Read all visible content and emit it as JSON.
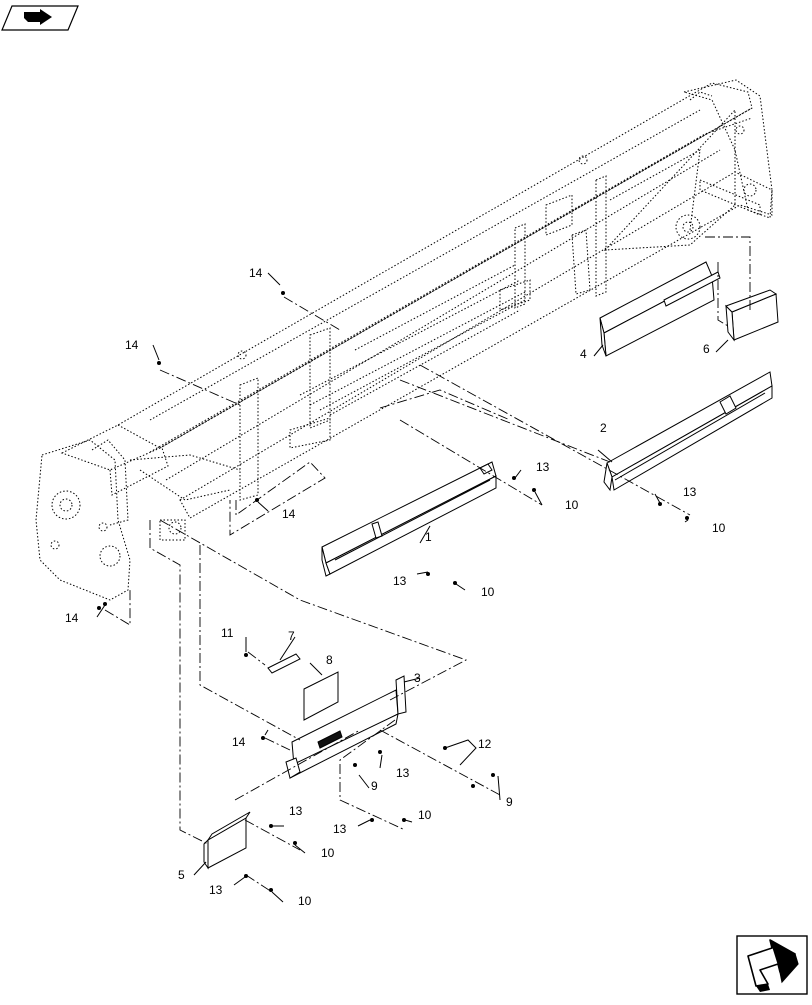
{
  "corner_icon_top": "forward-arrow-icon",
  "corner_icon_bottom": "next-page-arrow-icon",
  "callouts": {
    "c1": "1",
    "c2": "2",
    "c3": "3",
    "c4": "4",
    "c5": "5",
    "c6": "6",
    "c7": "7",
    "c8": "8",
    "c9a": "9",
    "c9b": "9",
    "c10a": "10",
    "c10b": "10",
    "c10c": "10",
    "c10d": "10",
    "c10e": "10",
    "c10f": "10",
    "c11": "11",
    "c12": "12",
    "c13a": "13",
    "c13b": "13",
    "c13c": "13",
    "c13d": "13",
    "c13e": "13",
    "c13f": "13",
    "c13g": "13",
    "c14a": "14",
    "c14b": "14",
    "c14c": "14",
    "c14d": "14",
    "c14e": "14"
  }
}
